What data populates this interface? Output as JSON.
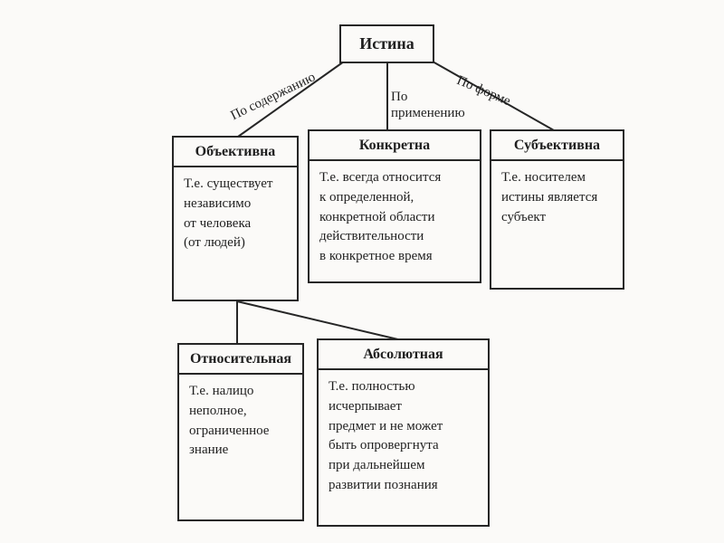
{
  "diagram": {
    "root": "Истина",
    "branches": {
      "by_content": "По содержанию",
      "by_application": "По\nприменению",
      "by_form": "По форме"
    },
    "nodes": [
      {
        "title": "Объективна",
        "body": "Т.е. существует\nнезависимо\nот человека\n(от людей)"
      },
      {
        "title": "Конкретна",
        "body": "Т.е. всегда относится\nк определенной,\nконкретной области\nдействительности\nв конкретное время"
      },
      {
        "title": "Субъективна",
        "body": "Т.е. носителем\nистины является\nсубъект"
      },
      {
        "title": "Относительная",
        "body": "Т.е. налицо\nнеполное,\nограниченное\nзнание"
      },
      {
        "title": "Абсолютная",
        "body": "Т.е. полностью\nисчерпывает\nпредмет и не может\nбыть опровергнута\nпри дальнейшем\nразвитии познания"
      }
    ]
  }
}
